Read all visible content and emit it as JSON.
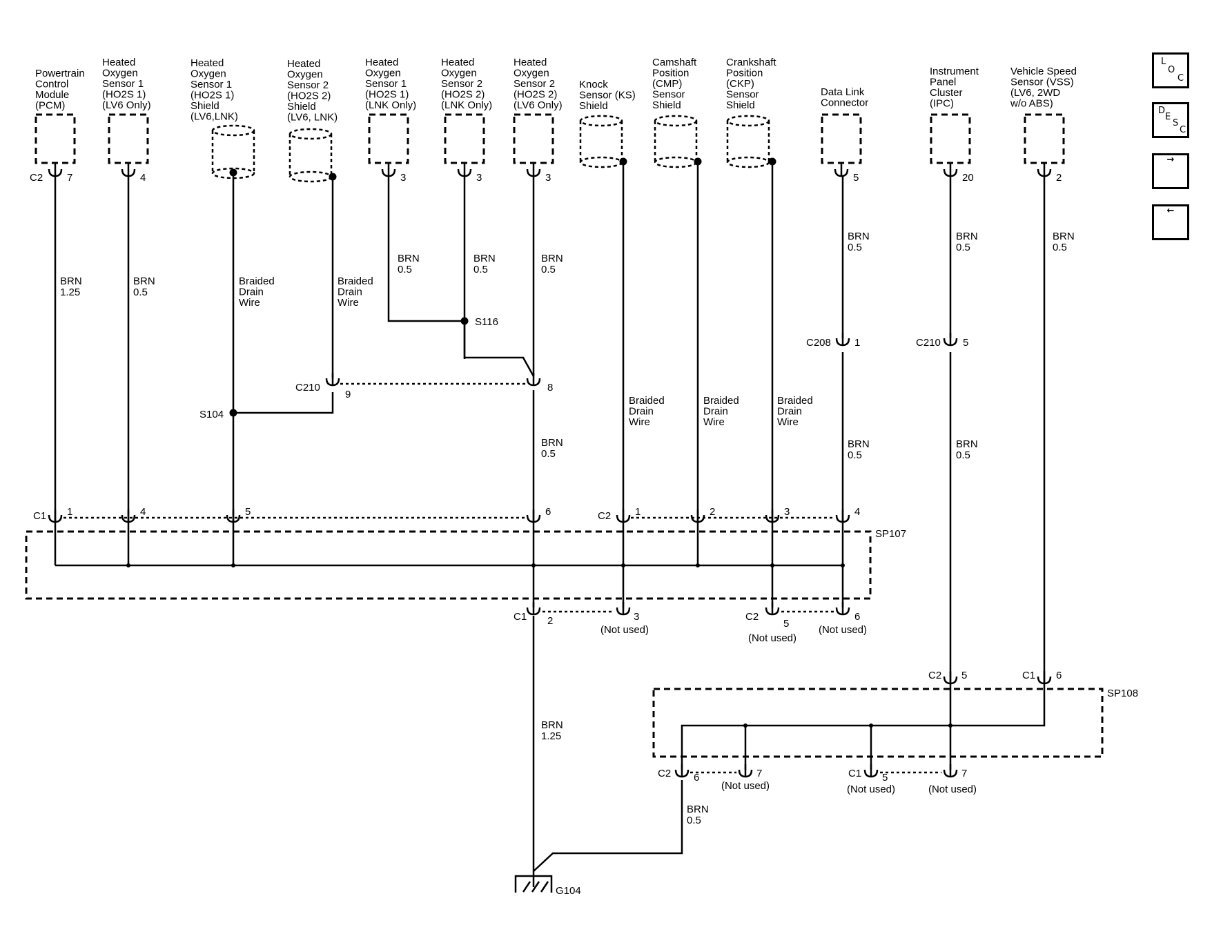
{
  "components": [
    {
      "id": "pcm",
      "lines": [
        "Powertrain",
        "Control",
        "Module",
        "(PCM)"
      ],
      "pin_connector": "C2",
      "pin": "7"
    },
    {
      "id": "ho2s1-lv6",
      "lines": [
        "Heated",
        "Oxygen",
        "Sensor 1",
        "(HO2S 1)",
        "(LV6 Only)"
      ],
      "pin": "4"
    },
    {
      "id": "ho2s1-shield",
      "lines": [
        "Heated",
        "Oxygen",
        "Sensor 1",
        "(HO2S 1)",
        "Shield",
        "(LV6,LNK)"
      ]
    },
    {
      "id": "ho2s2-shield",
      "lines": [
        "Heated",
        "Oxygen",
        "Sensor 2",
        "(HO2S 2)",
        "Shield",
        "(LV6, LNK)"
      ]
    },
    {
      "id": "ho2s1-lnk",
      "lines": [
        "Heated",
        "Oxygen",
        "Sensor 1",
        "(HO2S 1)",
        "(LNK Only)"
      ],
      "pin": "3"
    },
    {
      "id": "ho2s2-lnk",
      "lines": [
        "Heated",
        "Oxygen",
        "Sensor 2",
        "(HO2S 2)",
        "(LNK Only)"
      ],
      "pin": "3"
    },
    {
      "id": "ho2s2-lv6",
      "lines": [
        "Heated",
        "Oxygen",
        "Sensor 2",
        "(HO2S 2)",
        "(LV6 Only)"
      ],
      "pin": "3"
    },
    {
      "id": "ks-shield",
      "lines": [
        "Knock",
        "Sensor (KS)",
        "Shield"
      ]
    },
    {
      "id": "cmp-shield",
      "lines": [
        "Camshaft",
        "Position",
        "(CMP)",
        "Sensor",
        "Shield"
      ]
    },
    {
      "id": "ckp-shield",
      "lines": [
        "Crankshaft",
        "Position",
        "(CKP)",
        "Sensor",
        "Shield"
      ]
    },
    {
      "id": "dlc",
      "lines": [
        "Data Link",
        "Connector"
      ],
      "pin": "5"
    },
    {
      "id": "ipc",
      "lines": [
        "Instrument",
        "Panel",
        "Cluster",
        "(IPC)"
      ],
      "pin": "20"
    },
    {
      "id": "vss",
      "lines": [
        "Vehicle Speed",
        "Sensor (VSS)",
        "(LV6, 2WD",
        "w/o ABS)"
      ],
      "pin": "2"
    }
  ],
  "wires": {
    "brn": "BRN",
    "s1_25": "1.25",
    "s0_5": "0.5",
    "drain": [
      "Braided",
      "Drain",
      "Wire"
    ]
  },
  "splices": {
    "s116": "S116",
    "s104": "S104"
  },
  "inline": {
    "c210": "C210",
    "c210_pin9": "9",
    "c210_pin8": "8",
    "c208": "C208",
    "c208_pin": "1",
    "c210_ipc": "C210",
    "c210_ipc_pin": "5"
  },
  "sp107": {
    "label": "SP107",
    "top_c1": "C1",
    "top_c1_pins": [
      "1",
      "4",
      "5",
      "6"
    ],
    "top_c2": "C2",
    "top_c2_pins": [
      "1",
      "2",
      "3",
      "4"
    ],
    "bottom_c1": "C1",
    "bottom_c1_pins": [
      "2",
      "3"
    ],
    "bottom_c2": "C2",
    "bottom_c2_pins": [
      "5",
      "6"
    ]
  },
  "sp108": {
    "label": "SP108",
    "top": [
      {
        "connector": "C2",
        "pin": "5"
      },
      {
        "connector": "C1",
        "pin": "6"
      }
    ],
    "bottom_c2": "C2",
    "bottom_c2_pins": [
      "6",
      "7"
    ],
    "bottom_c1": "C1",
    "bottom_c1_pins": [
      "5",
      "7"
    ]
  },
  "not_used": "(Not used)",
  "ground": "G104",
  "nav": {
    "loc": [
      "L",
      "O",
      "C"
    ],
    "desc": [
      "D",
      "E",
      "S",
      "C"
    ],
    "next": "→",
    "prev": "←"
  }
}
